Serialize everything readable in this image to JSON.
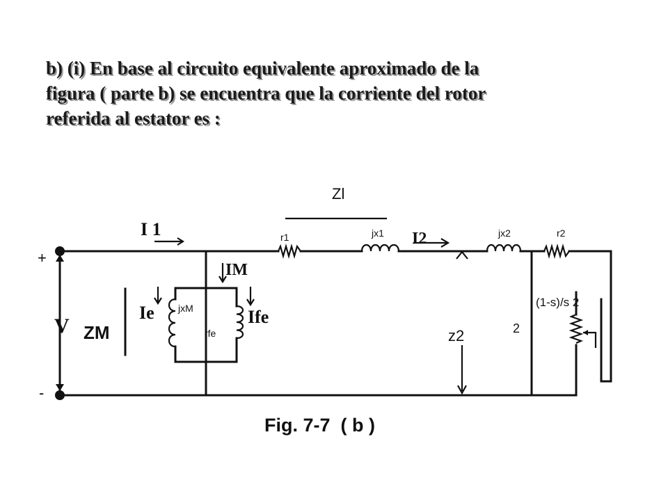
{
  "heading": {
    "lines": [
      "b) (i) En base al circuito equivalente aproximado de la",
      "figura ( parte b) se encuentra que la corriente del rotor",
      "referida al estator es :"
    ]
  },
  "diagram": {
    "labels": {
      "z1": "Zl",
      "i1": "I 1",
      "r1": "r1",
      "jx1": "jx1",
      "i2": "I2",
      "jx2": "jx2",
      "r2": "r2",
      "plus": "+",
      "minus": "-",
      "v": "V",
      "zm": "ZM",
      "im": "IM",
      "ie": "Ie",
      "jxm": "jxM",
      "rfe": "rfe",
      "ife": "Ife",
      "z2": "z2",
      "two": "2",
      "load": "(1-s)/s 2"
    },
    "caption": "Fig. 7-7  ( b )"
  }
}
